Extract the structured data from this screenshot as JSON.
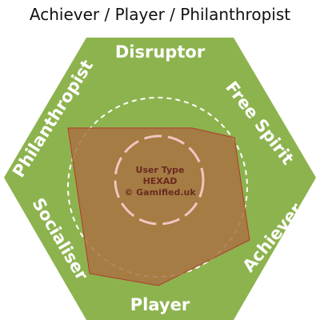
{
  "title": "Achiever / Player / Philanthropist",
  "hexad": {
    "segments": [
      {
        "label": "Disruptor"
      },
      {
        "label": "Free Spirit"
      },
      {
        "label": "Achiever"
      },
      {
        "label": "Player"
      },
      {
        "label": "Socialiser"
      },
      {
        "label": "Philanthropist"
      }
    ],
    "center": {
      "line1": "User Type",
      "line2": "HEXAD",
      "line3": "© Gamified.uk"
    }
  },
  "colors": {
    "hexagon": "#8db34f",
    "profile_fill": "#a87242",
    "profile_stroke": "#b23a2a",
    "outer_ring": "#ffffff",
    "inner_ring": "#f0c6c0",
    "center_text": "#6b2a20"
  }
}
